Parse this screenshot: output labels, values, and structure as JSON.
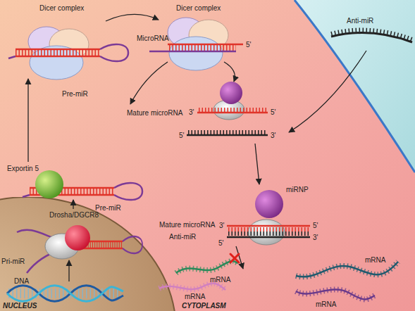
{
  "diagram": {
    "nodes": [
      {
        "text": [
          "CYTOPLASM"
        ]
      },
      {
        "text": [
          "NUCLEUS"
        ],
        "in": 0
      }
    ],
    "labels": [
      "Dicer complex",
      "Dicer complex",
      "MicroRNA",
      "5'",
      "Anti-miR",
      "Pre-miR",
      "3'",
      "5'",
      "Mature microRNA",
      "5'",
      "3'",
      "Exportin 5",
      "Pre-miR",
      "miRNP",
      "Drosha/DGCR8",
      "Mature microRNA",
      "3'",
      "5'",
      "Anti-miR",
      "5'",
      "3'",
      "Pri-miR",
      "mRNA",
      "mRNA",
      "mRNA",
      "mRNA",
      "DNA"
    ]
  }
}
